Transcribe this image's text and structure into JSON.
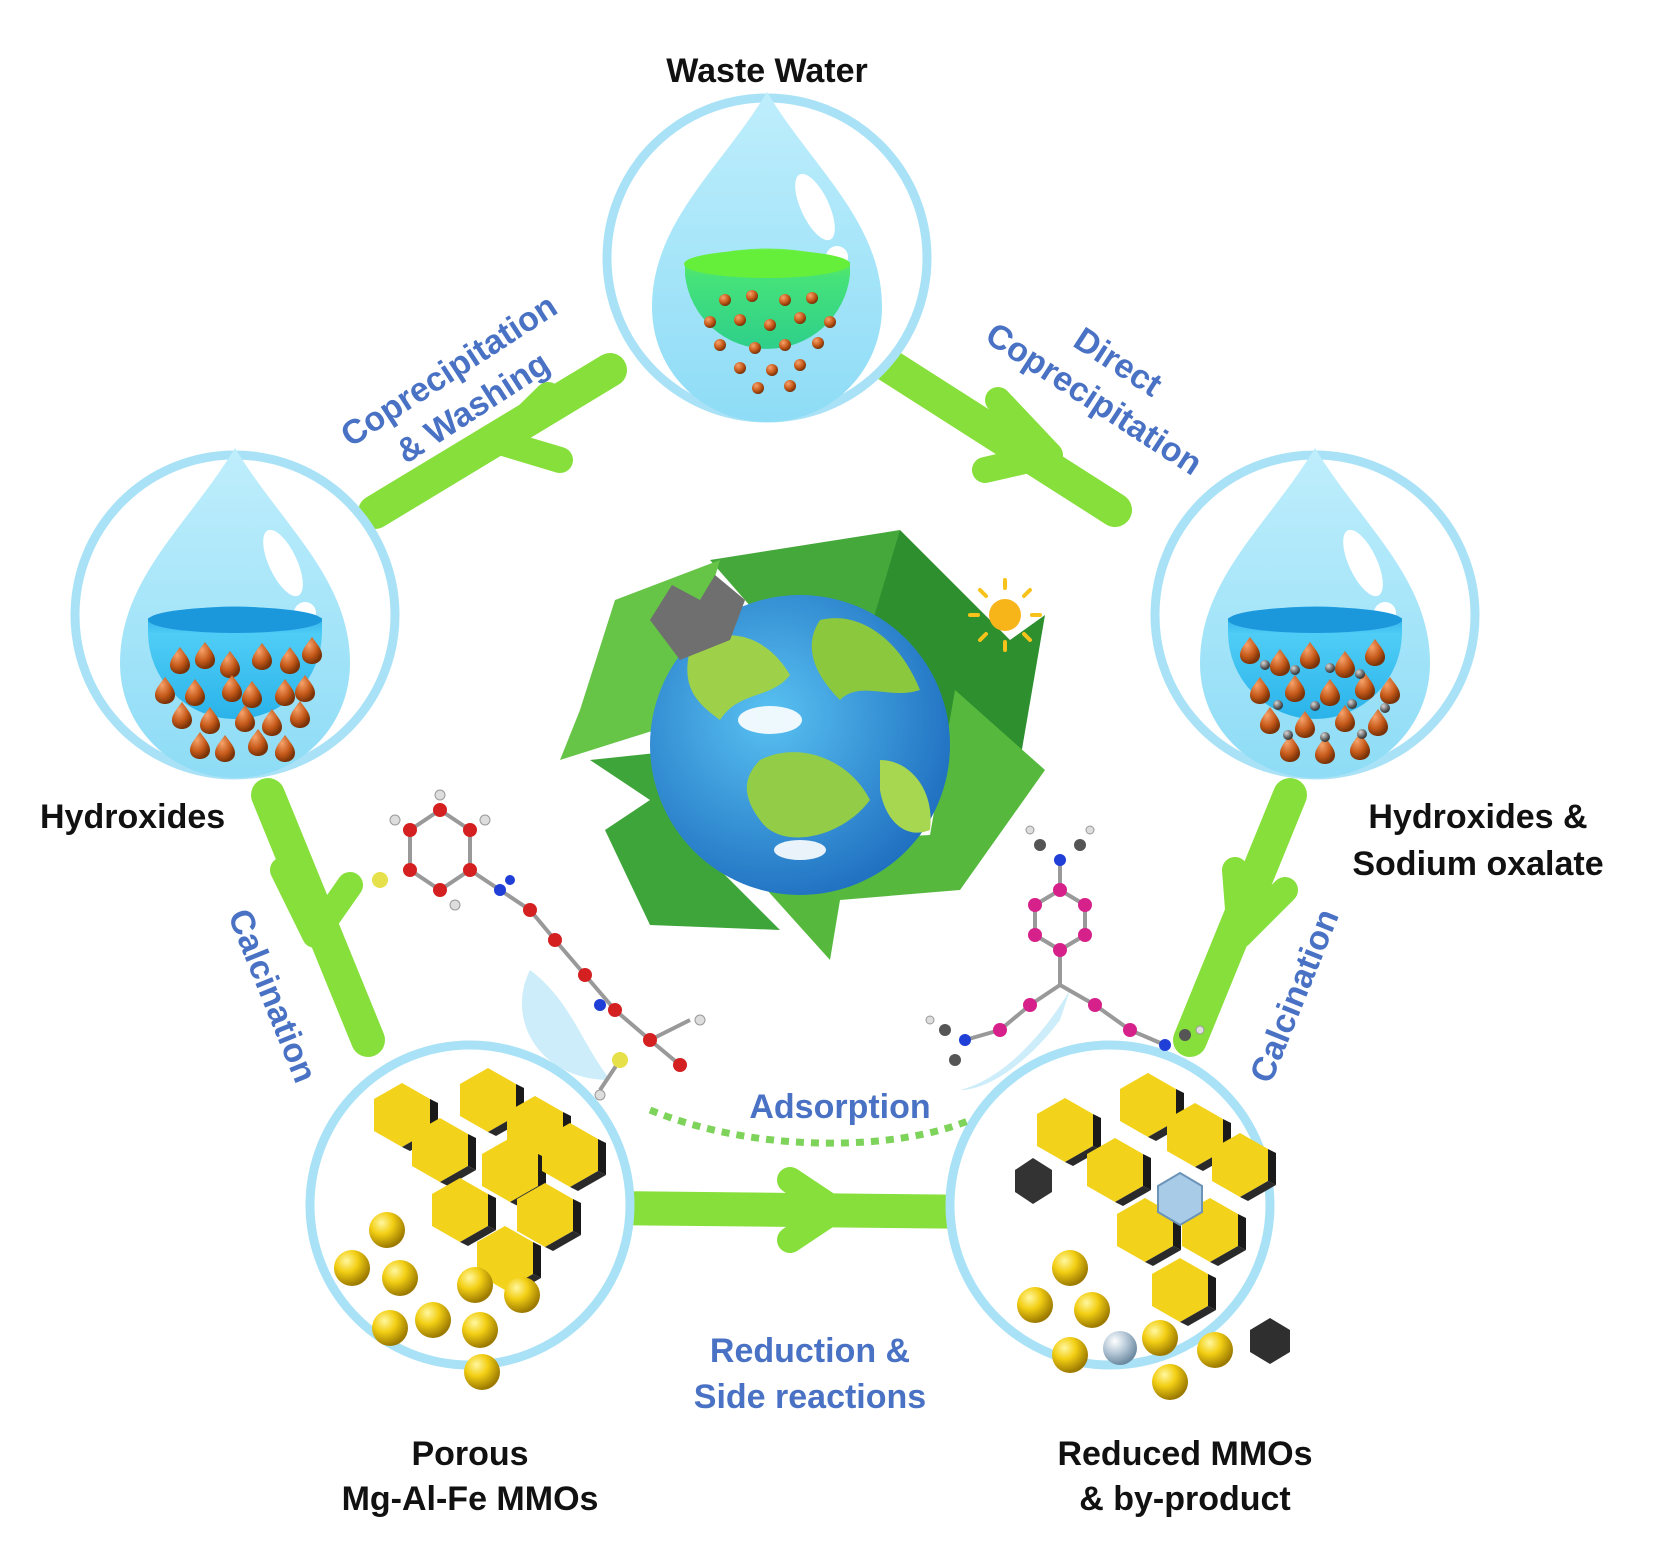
{
  "nodes": {
    "waste_water": {
      "label": "Waste Water"
    },
    "hydroxides": {
      "label": "Hydroxides"
    },
    "hydroxides_oxalate": {
      "label_line1": "Hydroxides &",
      "label_line2": "Sodium oxalate"
    },
    "porous_mmo": {
      "label_line1": "Porous",
      "label_line2": "Mg-Al-Fe MMOs"
    },
    "reduced_mmo": {
      "label_line1": "Reduced MMOs",
      "label_line2": "& by-product"
    }
  },
  "steps": {
    "coprecipitation_washing": {
      "line1": "Coprecipitation",
      "line2": "& Washing"
    },
    "direct_coprecipitation": {
      "line1": "Direct",
      "line2": "Coprecipitation"
    },
    "calcination_left": {
      "label": "Calcination"
    },
    "calcination_right": {
      "label": "Calcination"
    },
    "reduction": {
      "line1": "Reduction &",
      "line2": "Side reactions"
    },
    "adsorption": {
      "label": "Adsorption"
    }
  },
  "colors": {
    "arrow_green": "#86df3a",
    "circle_ring": "#a9e2f6",
    "label_blue": "#4a72c4",
    "label_black": "#111111",
    "green_liquid": "#3fe07a",
    "blue_liquid": "#3cc3f0",
    "particle_orange": "#c55a1c",
    "mmo_gold": "#f2d21a",
    "recycle_green": "#4cae3c",
    "earth_blue": "#2f8fd8"
  },
  "icons": [
    "recycle-arrows-icon",
    "earth-globe-icon",
    "sun-icon",
    "water-drop-icon",
    "dye-molecule-icon"
  ]
}
